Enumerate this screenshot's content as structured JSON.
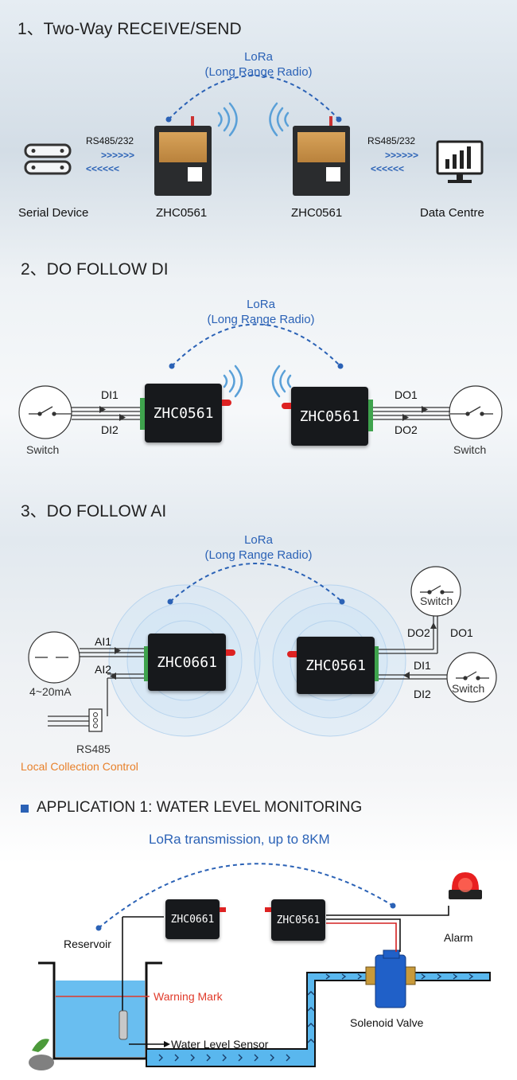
{
  "section1": {
    "title": "1、Two-Way  RECEIVE/SEND",
    "radio_label_1": "LoRa",
    "radio_label_2": "(Long Range Radio)",
    "left_protocol": "RS485/232",
    "right_protocol": "RS485/232",
    "arrow_right": ">>>>>>",
    "arrow_left": "<<<<<<",
    "left_endpoint": "Serial Device",
    "device_a": "ZHC0561",
    "device_b": "ZHC0561",
    "right_endpoint": "Data Centre"
  },
  "section2": {
    "title": "2、DO FOLLOW DI",
    "radio_label_1": "LoRa",
    "radio_label_2": "(Long Range Radio)",
    "device_a": "ZHC0561",
    "device_b": "ZHC0561",
    "in_1": "DI1",
    "in_2": "DI2",
    "out_1": "DO1",
    "out_2": "DO2",
    "switch_left": "Switch",
    "switch_right": "Switch"
  },
  "section3": {
    "title": "3、DO FOLLOW AI",
    "radio_label_1": "LoRa",
    "radio_label_2": "(Long Range Radio)",
    "device_a": "ZHC0661",
    "device_b": "ZHC0561",
    "ai_1": "AI1",
    "ai_2": "AI2",
    "current": "4~20mA",
    "rs485": "RS485",
    "local_control": "Local Collection Control",
    "do_2": "DO2",
    "do_1": "DO1",
    "di_1": "DI1",
    "di_2": "DI2",
    "switch_top": "Switch",
    "switch_bottom": "Switch"
  },
  "application": {
    "title": "APPLICATION 1: WATER LEVEL MONITORING",
    "transmission": "LoRa transmission, up to 8KM",
    "device_a": "ZHC0661",
    "device_b": "ZHC0561",
    "reservoir": "Reservoir",
    "alarm": "Alarm",
    "warning_mark": "Warning Mark",
    "sensor": "Water Level Sensor",
    "valve": "Solenoid Valve"
  },
  "colors": {
    "accent_blue": "#2b62b6",
    "warning_red": "#e03a2a",
    "local_orange": "#e8802a",
    "water": "#59b7ee"
  }
}
